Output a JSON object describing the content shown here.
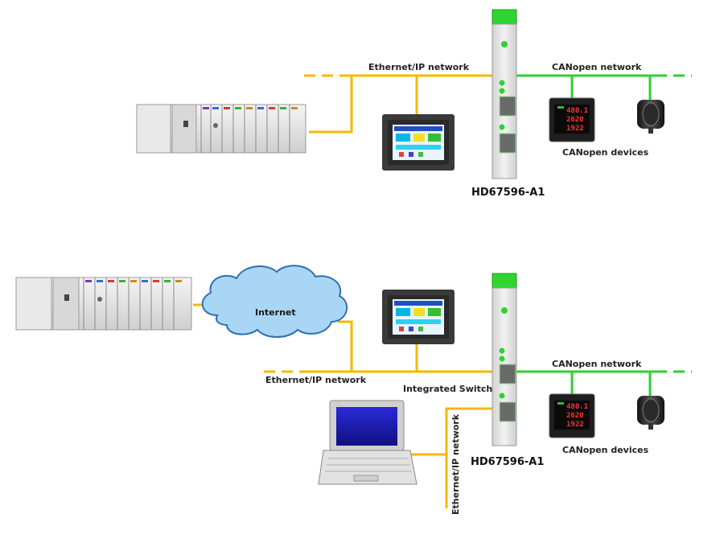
{
  "colors": {
    "ethernet": "#f5b800",
    "canopen": "#2ed12e",
    "gateway_body": "#e6e6e6",
    "gateway_cap": "#2fd42f",
    "cloud_fill": "#a9d6f5",
    "cloud_stroke": "#2f6fb3",
    "hmi_frame": "#3a3a3a",
    "laptop_screen": "#1b1bb8"
  },
  "top": {
    "ethernet_label": "Ethernet/IP network",
    "canopen_label": "CANopen network",
    "devices_label": "CANopen devices",
    "gateway_label": "HD67596-A1",
    "meter_readings": [
      "480.1",
      "2620",
      "1922"
    ]
  },
  "bottom": {
    "internet_label": "Internet",
    "ethernet_label": "Ethernet/IP network",
    "switch_label": "Integrated Switch",
    "vertical_ethernet_label": "Ethernet/IP network",
    "canopen_label": "CANopen network",
    "devices_label": "CANopen devices",
    "gateway_label": "HD67596-A1",
    "meter_readings": [
      "480.1",
      "2620",
      "1922"
    ]
  }
}
